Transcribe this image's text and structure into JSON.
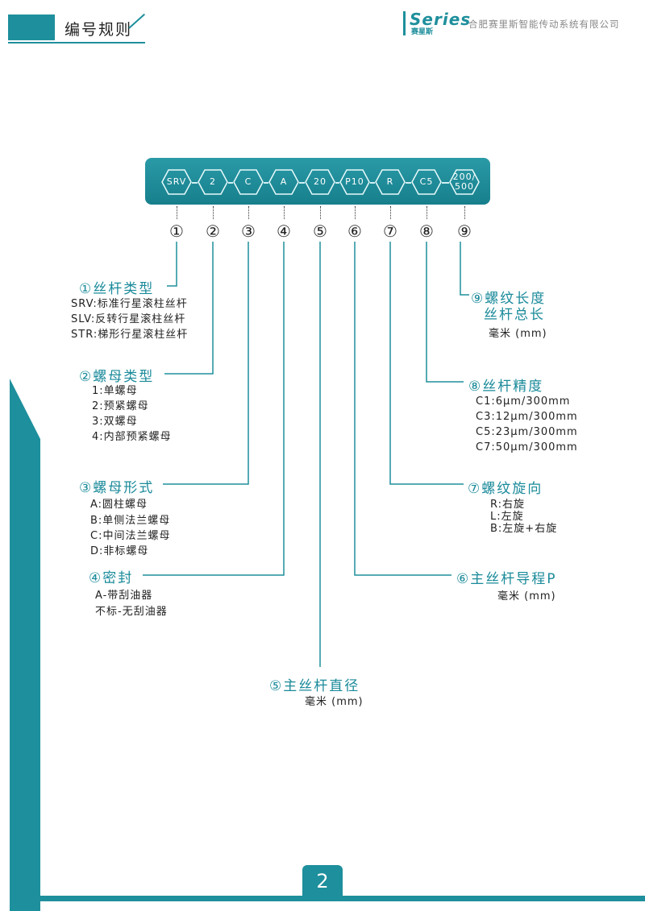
{
  "header": {
    "title": "编号规则",
    "brand_logo": "Series",
    "brand_sub": "赛星斯",
    "company": "合肥赛里斯智能传动系统有限公司"
  },
  "code": {
    "segments": [
      "SRV",
      "2",
      "C",
      "A",
      "20",
      "P10",
      "R",
      "C5",
      "200/\n500"
    ],
    "markers": [
      "①",
      "②",
      "③",
      "④",
      "⑤",
      "⑥",
      "⑦",
      "⑧",
      "⑨"
    ]
  },
  "fields": {
    "f1": {
      "title": "①丝杆类型",
      "items": [
        "SRV:标准行星滚柱丝杆",
        "SLV:反转行星滚柱丝杆",
        "STR:梯形行星滚柱丝杆"
      ]
    },
    "f2": {
      "title": "②螺母类型",
      "items": [
        "1:单螺母",
        "2:预紧螺母",
        "3:双螺母",
        "4:内部预紧螺母"
      ]
    },
    "f3": {
      "title": "③螺母形式",
      "items": [
        "A:圆柱螺母",
        "B:单侧法兰螺母",
        "C:中间法兰螺母",
        "D:非标螺母"
      ]
    },
    "f4": {
      "title": "④密封",
      "items": [
        "A-带刮油器",
        "不标-无刮油器"
      ]
    },
    "f5": {
      "title": "⑤主丝杆直径",
      "items": [
        "毫米 (mm)"
      ]
    },
    "f6": {
      "title": "⑥主丝杆导程P",
      "items": [
        "毫米 (mm)"
      ]
    },
    "f7": {
      "title": "⑦螺纹旋向",
      "items": [
        "R:右旋",
        "L:左旋",
        "B:左旋+右旋"
      ]
    },
    "f8": {
      "title": "⑧丝杆精度",
      "items": [
        "C1:6μm/300mm",
        "C3:12μm/300mm",
        "C5:23μm/300mm",
        "C7:50μm/300mm"
      ]
    },
    "f9": {
      "title": "⑨螺纹长度",
      "title2": "丝杆总长",
      "items": [
        "毫米 (mm)"
      ]
    }
  },
  "footer": {
    "page": "2"
  },
  "colors": {
    "accent": "#1e8f9c",
    "text": "#222222"
  }
}
